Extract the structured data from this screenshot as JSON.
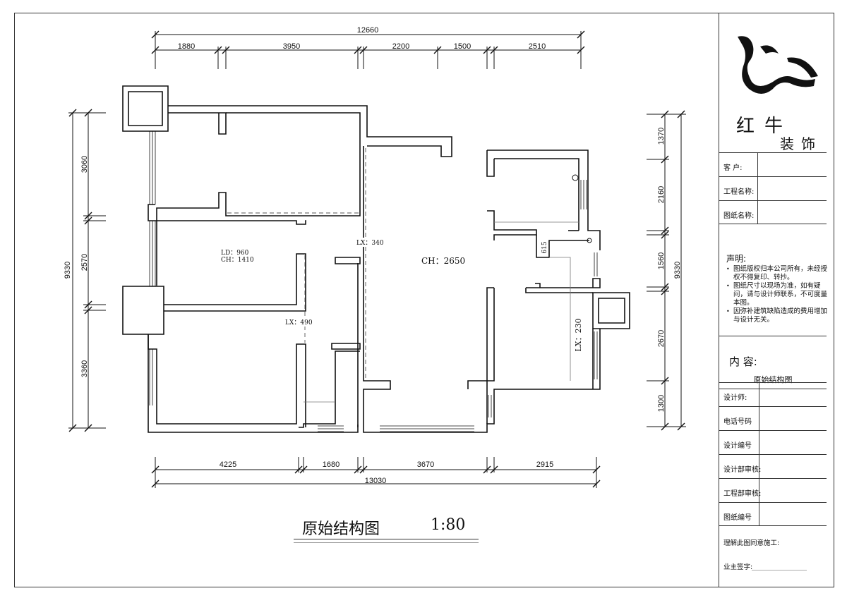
{
  "drawing": {
    "title": "原始结构图",
    "scale": "1:80",
    "dims_top_total": "12660",
    "dims_top": [
      "1880",
      "3950",
      "2200",
      "1500",
      "2510"
    ],
    "dims_bottom": [
      "4225",
      "1680",
      "3670",
      "2915"
    ],
    "dims_bottom_total": "13030",
    "dims_left": [
      "3060",
      "2570",
      "3360"
    ],
    "dims_left_total": "9330",
    "dims_right": [
      "1370",
      "2160",
      "1560",
      "2670",
      "1300"
    ],
    "dims_right_total": "9330",
    "annotations": {
      "ld": "LD：960",
      "ch_small": "CH：1410",
      "lx340": "LX：340",
      "lx490": "LX：490",
      "ch_main": "CH：2650",
      "lx230": "LX：230",
      "w615": "615"
    }
  },
  "titleblock": {
    "brand_line1": "红牛",
    "brand_line2": "装饰",
    "fields_top": [
      "客  户:",
      "工程名称:",
      "图纸名称:"
    ],
    "declaration_title": "声明:",
    "declarations": [
      "图纸版权归本公司所有，未经授权不得复印、转抄。",
      "图纸尺寸以现场为准，如有疑问，请与设计师联系，不可度量本图。",
      "因弥补建筑缺陷造成的费用增加与设计无关。"
    ],
    "content_label": "内  容:",
    "content_value": "原始结构图",
    "fields_bottom": [
      "设计师:",
      "电话号码",
      "设计编号",
      "设计部审核:",
      "工程部审核:",
      "图纸编号"
    ],
    "approval": "理解此图同意施工:",
    "owner_sign": "业主签字:"
  }
}
